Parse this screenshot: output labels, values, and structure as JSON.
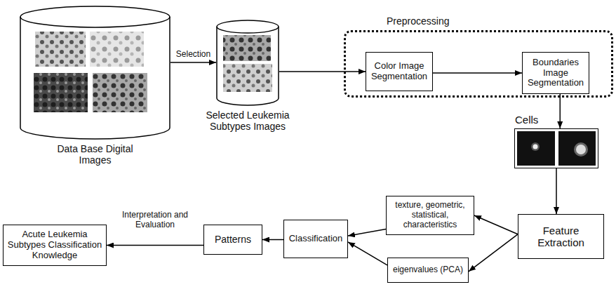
{
  "diagram": {
    "nodes": [
      {
        "text": [
          "Data Base Digital Images"
        ]
      },
      {
        "text": [
          "Selected Leukemia Subtypes Images"
        ]
      },
      {
        "text": [
          "Preprocessing"
        ]
      },
      {
        "text": [
          "Color Image Segmentation"
        ],
        "in": 2
      },
      {
        "text": [
          "Boundaries Image Segmentation"
        ],
        "in": 2
      },
      {
        "text": [
          "Cells"
        ]
      },
      {
        "text": [
          "Feature Extraction"
        ]
      },
      {
        "text": [
          "texture, geometric, statistical, characteristics"
        ]
      },
      {
        "text": [
          "eigenvalues (PCA)"
        ]
      },
      {
        "text": [
          "Classification"
        ]
      },
      {
        "text": [
          "Patterns"
        ]
      },
      {
        "text": [
          "Acute Leukemia Subtypes Classification Knowledge"
        ]
      }
    ],
    "edges": [
      {
        "from": 0,
        "to": 1,
        "label": "Selection",
        "arrow": "to"
      },
      {
        "from": 1,
        "to": 3,
        "arrow": "to"
      },
      {
        "from": 3,
        "to": 4,
        "arrow": "to"
      },
      {
        "from": 4,
        "to": 5,
        "arrow": "to"
      },
      {
        "from": 5,
        "to": 6,
        "arrow": "to"
      },
      {
        "from": 6,
        "to": 7,
        "arrow": "to"
      },
      {
        "from": 6,
        "to": 8,
        "arrow": "to"
      },
      {
        "from": 7,
        "to": 9,
        "arrow": "to"
      },
      {
        "from": 8,
        "to": 9,
        "arrow": "to"
      },
      {
        "from": 9,
        "to": 10,
        "arrow": "to"
      },
      {
        "from": 10,
        "to": 11,
        "label": "Interpretation and Evaluation",
        "arrow": "to"
      }
    ]
  }
}
